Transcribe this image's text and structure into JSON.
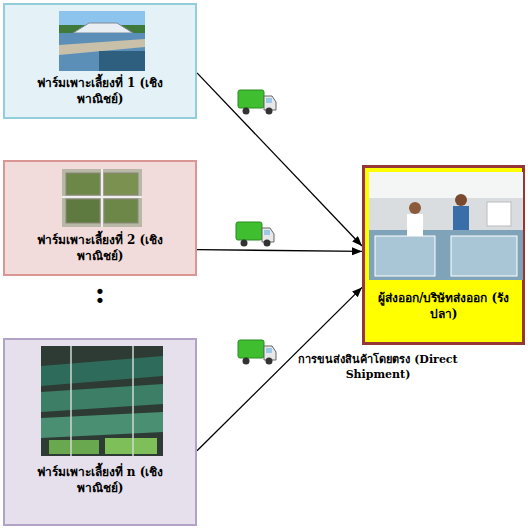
{
  "diagram": {
    "nodes": [
      {
        "text": [
          "ฟาร์มเพาะเลี้ยงที่ 1 (เชิงพาณิชย์)"
        ]
      },
      {
        "text": [
          "ฟาร์มเพาะเลี้ยงที่ 2 (เชิงพาณิชย์)"
        ]
      },
      {
        "text": [
          "ฟาร์มเพาะเลี้ยงที่ n (เชิงพาณิชย์)"
        ]
      },
      {
        "text": [
          "ผู้ส่งออก/บริษัทส่งออก (รังปลา)"
        ]
      }
    ],
    "edges": [
      {
        "from": 0,
        "to": 3,
        "arrow": "to"
      },
      {
        "from": 1,
        "to": 3,
        "arrow": "to"
      },
      {
        "from": 2,
        "to": 3,
        "arrow": "to"
      }
    ],
    "labels": [
      ":",
      "การขนส่งสินค้าโดยตรง (Direct Shipment)"
    ]
  }
}
